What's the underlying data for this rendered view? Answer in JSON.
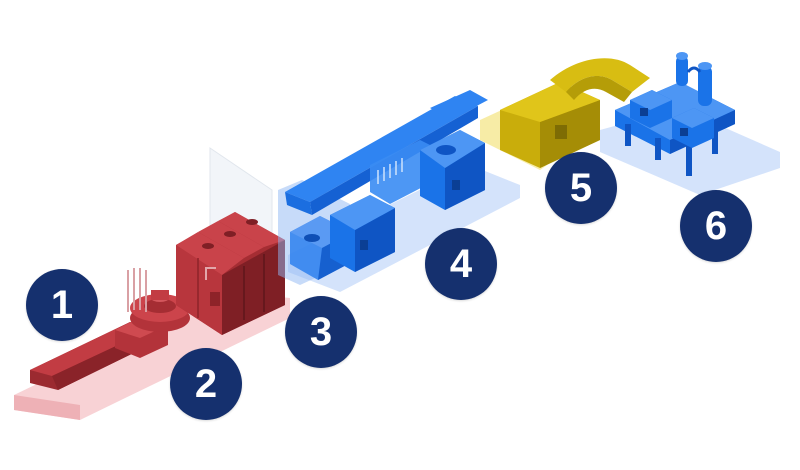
{
  "colors": {
    "badge": "#15306e",
    "badge_text": "#ffffff",
    "stage_red": "#b8323a",
    "stage_red_dark": "#8e2329",
    "stage_red_floor": "#f6c9cc",
    "stage_blue": "#1a73e8",
    "stage_blue_dark": "#0f55c4",
    "stage_blue_floor": "#cfe0fb",
    "stage_yellow": "#d8bd12",
    "stage_yellow_dark": "#b59d08",
    "stage_yellow_floor": "#f7ec9c"
  },
  "steps": [
    {
      "number": "1",
      "icon": "casting-line-icon"
    },
    {
      "number": "2",
      "icon": "furnace-block-icon"
    },
    {
      "number": "3",
      "icon": "glass-partition-icon"
    },
    {
      "number": "4",
      "icon": "assembly-building-icon"
    },
    {
      "number": "5",
      "icon": "conveyor-tunnel-icon"
    },
    {
      "number": "6",
      "icon": "processing-platform-icon"
    }
  ]
}
